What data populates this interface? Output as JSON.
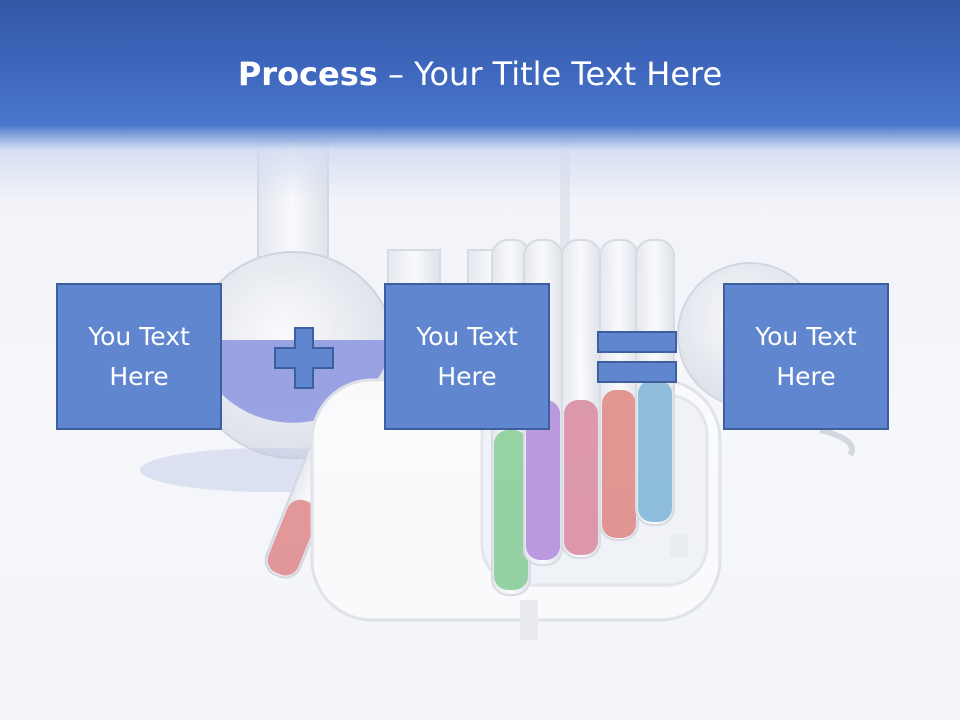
{
  "slide": {
    "title_bold": "Process",
    "title_rest": " – Your Title Text Here",
    "boxes": [
      {
        "text": "You Text Here"
      },
      {
        "text": "You Text Here"
      },
      {
        "text": "You Text Here"
      }
    ],
    "operators": [
      "plus-icon",
      "equals-icon"
    ],
    "colors": {
      "header": "#3e67bd",
      "box_fill": "#5f86cf",
      "box_border": "#3e5f9d",
      "title_text": "#ffffff"
    }
  }
}
